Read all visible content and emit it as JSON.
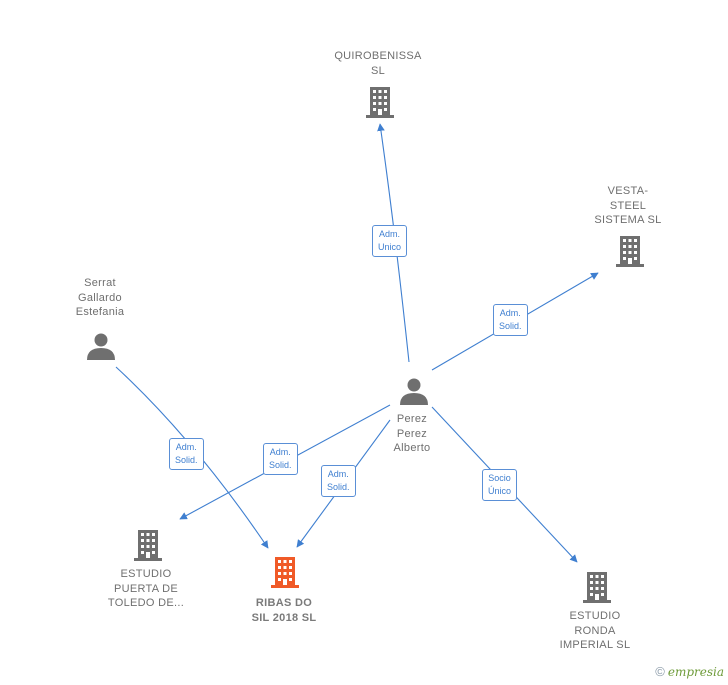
{
  "nodes": {
    "quirobenissa": {
      "label": "QUIROBENISSA\nSL",
      "icon": "building-icon"
    },
    "vesta_steel": {
      "label": "VESTA-\nSTEEL\nSISTEMA  SL",
      "icon": "building-icon"
    },
    "serrat": {
      "label": "Serrat\nGallardo\nEstefania",
      "icon": "person-icon"
    },
    "perez": {
      "label": "Perez\nPerez\nAlberto",
      "icon": "person-icon"
    },
    "estudio_toledo": {
      "label": "ESTUDIO\nPUERTA DE\nTOLEDO DE...",
      "icon": "building-icon"
    },
    "ribas_do_sil": {
      "label": "RIBAS DO\nSIL 2018  SL",
      "icon": "building-icon"
    },
    "estudio_ronda": {
      "label": "ESTUDIO\nRONDA\nIMPERIAL  SL",
      "icon": "building-icon"
    }
  },
  "edges": {
    "perez_quirobenissa": "Adm.\nUnico",
    "perez_vesta": "Adm.\nSolid.",
    "serrat_ribas": "Adm.\nSolid.",
    "perez_toledo": "Adm.\nSolid.",
    "perez_ribas": "Adm.\nSolid.",
    "perez_ronda": "Socio\nÚnico"
  },
  "footer": {
    "copyright": "©",
    "brand": "empresia"
  },
  "colors": {
    "edge": "#3f7fd0",
    "node": "#6f6f6f",
    "focus": "#f05a28"
  }
}
